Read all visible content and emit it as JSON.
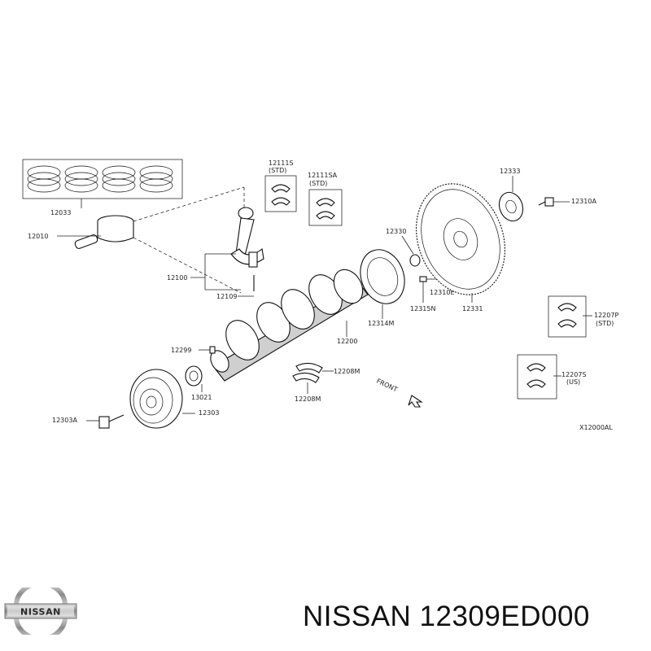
{
  "diagram": {
    "labels": {
      "p12033": "12033",
      "p12010": "12010",
      "p12111S": "12111S",
      "p12111S_note": "(STD)",
      "p12111SA": "12111SA",
      "p12111SA_note": "(STD)",
      "p12100": "12100",
      "p12109": "12109",
      "p12299": "12299",
      "p13021": "13021",
      "p12303A": "12303A",
      "p12303": "12303",
      "p12200": "12200",
      "p12208M_top": "12208M",
      "p12208M_bottom": "12208M",
      "p12330": "12330",
      "p12314M": "12314M",
      "p12310E": "12310E",
      "p12315N": "12315N",
      "p12331": "12331",
      "p12333": "12333",
      "p12310A": "12310A",
      "p12207P": "12207P",
      "p12207P_note": "(STD)",
      "p12207S": "12207S",
      "p12207S_note": "(US)",
      "front": "FRONT",
      "ref_code": "X12000AL"
    }
  },
  "footer": {
    "logo_text": "NISSAN",
    "title": "NISSAN 12309ED000"
  }
}
